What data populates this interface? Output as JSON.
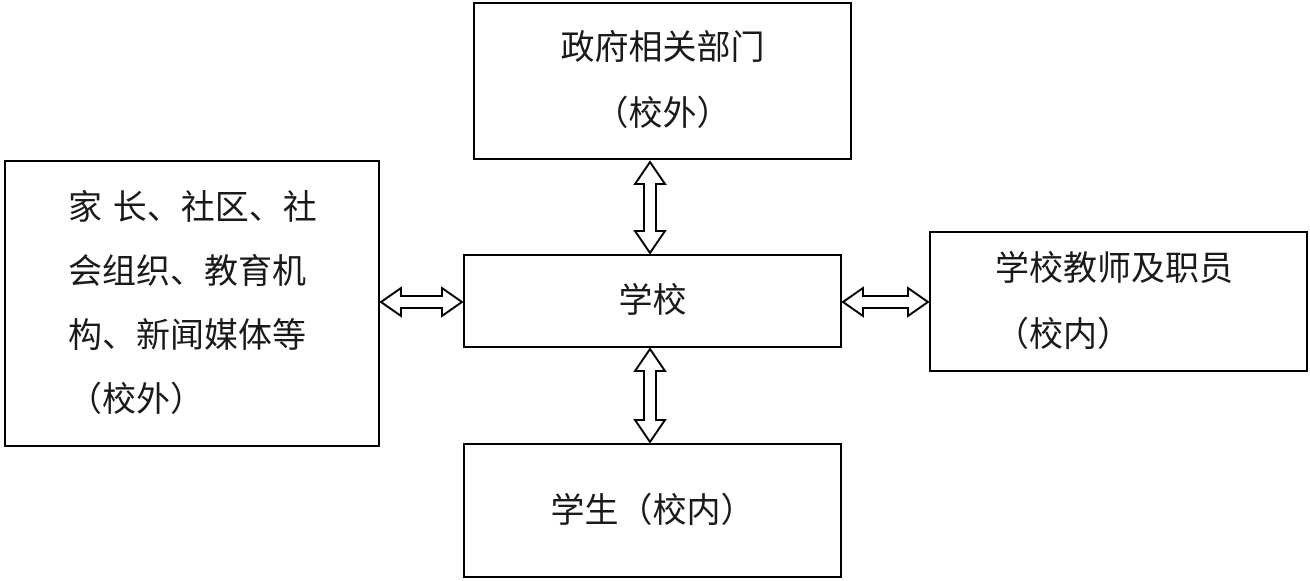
{
  "diagram": {
    "government": {
      "lines": [
        "政府相关部门",
        "（校外）"
      ]
    },
    "community": {
      "lines": [
        "家 长、社区、社",
        "会组织、教育机",
        "构、新闻媒体等",
        "（校外）"
      ]
    },
    "school": {
      "label": "学校"
    },
    "staff": {
      "lines": [
        "学校教师及职员",
        "（校内）"
      ]
    },
    "students": {
      "label": "学生（校内）"
    }
  },
  "colors": {
    "line": "#000000",
    "background": "#ffffff",
    "text": "#1a1a1a"
  }
}
